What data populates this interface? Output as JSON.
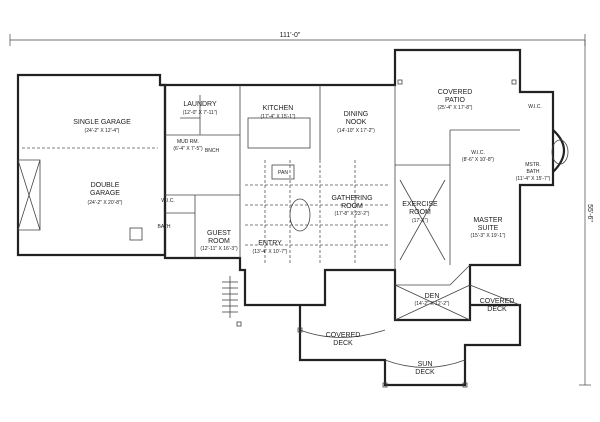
{
  "dimensions": {
    "overall_width": "111'-0\"",
    "overall_depth": "55'-6\""
  },
  "rooms": [
    {
      "id": "single-garage",
      "name": "SINGLE GARAGE",
      "size": "(24'-2\" X 12'-4\")"
    },
    {
      "id": "double-garage",
      "name": "DOUBLE GARAGE",
      "size": "(24'-2\" X 20'-8\")"
    },
    {
      "id": "laundry",
      "name": "LAUNDRY",
      "size": "(12'-0\" X 7'-11\")"
    },
    {
      "id": "mud-rm",
      "name": "MUD RM.",
      "size": "(6'-4\" X 7'-5\")"
    },
    {
      "id": "kitchen",
      "name": "KITCHEN",
      "size": "(17'-4\" X 15'-1\")"
    },
    {
      "id": "dining-nook",
      "name": "DINING NOOK",
      "size": "(14'-10\" X 17'-2\")"
    },
    {
      "id": "covered-patio",
      "name": "COVERED PATIO",
      "size": "(25'-4\" X 17'-8\")"
    },
    {
      "id": "wic-top",
      "name": "W.I.C.",
      "size": ""
    },
    {
      "id": "wic-mid",
      "name": "W.I.C.",
      "size": "(8'-6\" X 10'-8\")"
    },
    {
      "id": "mstr-bath",
      "name": "MSTR. BATH",
      "size": "(11'-4\" X 15'-7\")"
    },
    {
      "id": "pan",
      "name": "PAN",
      "size": ""
    },
    {
      "id": "gathering-room",
      "name": "GATHERING ROOM",
      "size": "(17'-8\" X 23'-2\")"
    },
    {
      "id": "exercise-room",
      "name": "EXERCISE ROOM",
      "size": "(17'-1\")"
    },
    {
      "id": "master-suite",
      "name": "MASTER SUITE",
      "size": "(15'-3\" X 19'-1\")"
    },
    {
      "id": "wic-left",
      "name": "W.I.C.",
      "size": ""
    },
    {
      "id": "bath",
      "name": "BATH",
      "size": ""
    },
    {
      "id": "guest-room",
      "name": "GUEST ROOM",
      "size": "(12'-11\" X 16'-3\")"
    },
    {
      "id": "entry",
      "name": "ENTRY",
      "size": "(13'-4\" X 10'-7\")"
    },
    {
      "id": "den",
      "name": "DEN",
      "size": "(14'-2\" X 12'-2\")"
    },
    {
      "id": "covered-deck-right",
      "name": "COVERED DECK",
      "size": ""
    },
    {
      "id": "covered-deck-front",
      "name": "COVERED DECK",
      "size": ""
    },
    {
      "id": "sun-deck",
      "name": "SUN DECK",
      "size": ""
    }
  ],
  "fixture_labels": {
    "bench": "BNCH"
  }
}
